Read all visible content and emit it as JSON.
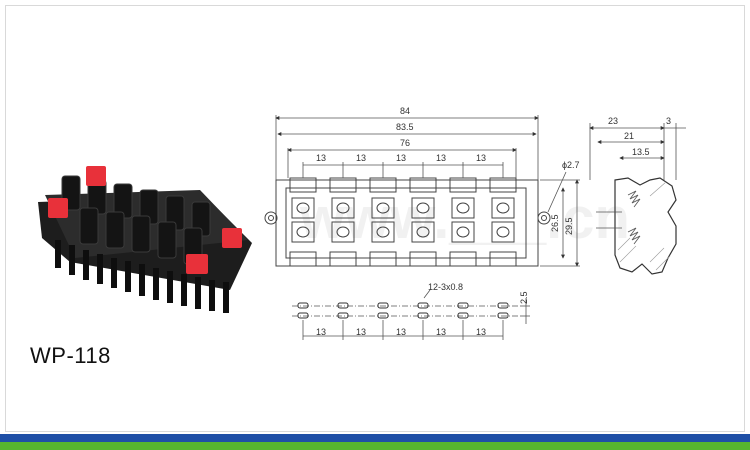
{
  "product": {
    "model": "WP-118"
  },
  "photo": {
    "watermark": "www.___.cn"
  },
  "drawing": {
    "front_dims": {
      "overall": "84",
      "body": "83.5",
      "pitch_span": "76",
      "pitch": [
        "13",
        "13",
        "13",
        "13",
        "13"
      ],
      "hole": "ϕ2.7",
      "height_inner": "26.5",
      "height_outer": "29.5"
    },
    "pin_dims": {
      "pin_spec": "12-3x0.8",
      "row_gap": "2.5",
      "pitch": [
        "13",
        "13",
        "13",
        "13",
        "13"
      ]
    },
    "side_dims": {
      "depth": "23",
      "flange": "3",
      "mid": "21",
      "inner": "13.5"
    }
  },
  "colors": {
    "blue_bar": "#1f4fa6",
    "green_bar": "#57b52f",
    "red_button": "#e8313a",
    "body_black": "#1d1d1d"
  }
}
